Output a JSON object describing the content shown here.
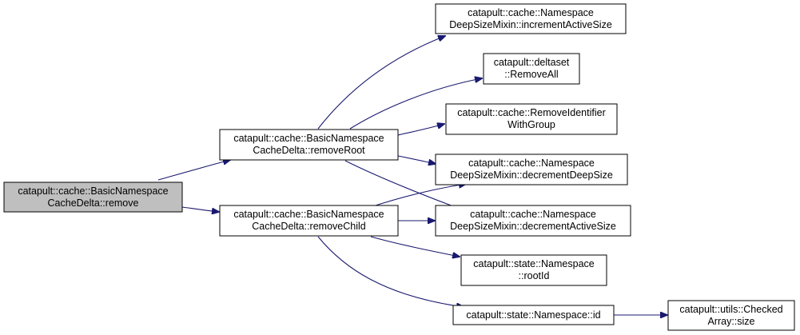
{
  "nodes": {
    "remove": {
      "line1": "catapult::cache::BasicNamespace",
      "line2": "CacheDelta::remove"
    },
    "removeRoot": {
      "line1": "catapult::cache::BasicNamespace",
      "line2": "CacheDelta::removeRoot"
    },
    "removeChild": {
      "line1": "catapult::cache::BasicNamespace",
      "line2": "CacheDelta::removeChild"
    },
    "incrementActiveSize": {
      "line1": "catapult::cache::Namespace",
      "line2": "DeepSizeMixin::incrementActiveSize"
    },
    "removeAll": {
      "line1": "catapult::deltaset",
      "line2": "::RemoveAll"
    },
    "removeIdentifier": {
      "line1": "catapult::cache::RemoveIdentifier",
      "line2": "WithGroup"
    },
    "decrementDeepSize": {
      "line1": "catapult::cache::Namespace",
      "line2": "DeepSizeMixin::decrementDeepSize"
    },
    "decrementActiveSize": {
      "line1": "catapult::cache::Namespace",
      "line2": "DeepSizeMixin::decrementActiveSize"
    },
    "rootId": {
      "line1": "catapult::state::Namespace",
      "line2": "::rootId"
    },
    "id": {
      "line1": "catapult::state::Namespace::id"
    },
    "checkedArraySize": {
      "line1": "catapult::utils::Checked",
      "line2": "Array::size"
    }
  },
  "edges": [
    {
      "from": "remove",
      "to": "removeRoot"
    },
    {
      "from": "remove",
      "to": "removeChild"
    },
    {
      "from": "removeRoot",
      "to": "incrementActiveSize"
    },
    {
      "from": "removeRoot",
      "to": "removeAll"
    },
    {
      "from": "removeRoot",
      "to": "removeIdentifier"
    },
    {
      "from": "removeRoot",
      "to": "decrementDeepSize"
    },
    {
      "from": "removeRoot",
      "to": "decrementActiveSize"
    },
    {
      "from": "removeChild",
      "to": "decrementDeepSize"
    },
    {
      "from": "removeChild",
      "to": "decrementActiveSize"
    },
    {
      "from": "removeChild",
      "to": "rootId"
    },
    {
      "from": "removeChild",
      "to": "id"
    },
    {
      "from": "id",
      "to": "checkedArraySize"
    }
  ],
  "colors": {
    "edge": "#191970",
    "root_fill": "#bfbfbf",
    "node_fill": "#ffffff",
    "border": "#000000"
  }
}
